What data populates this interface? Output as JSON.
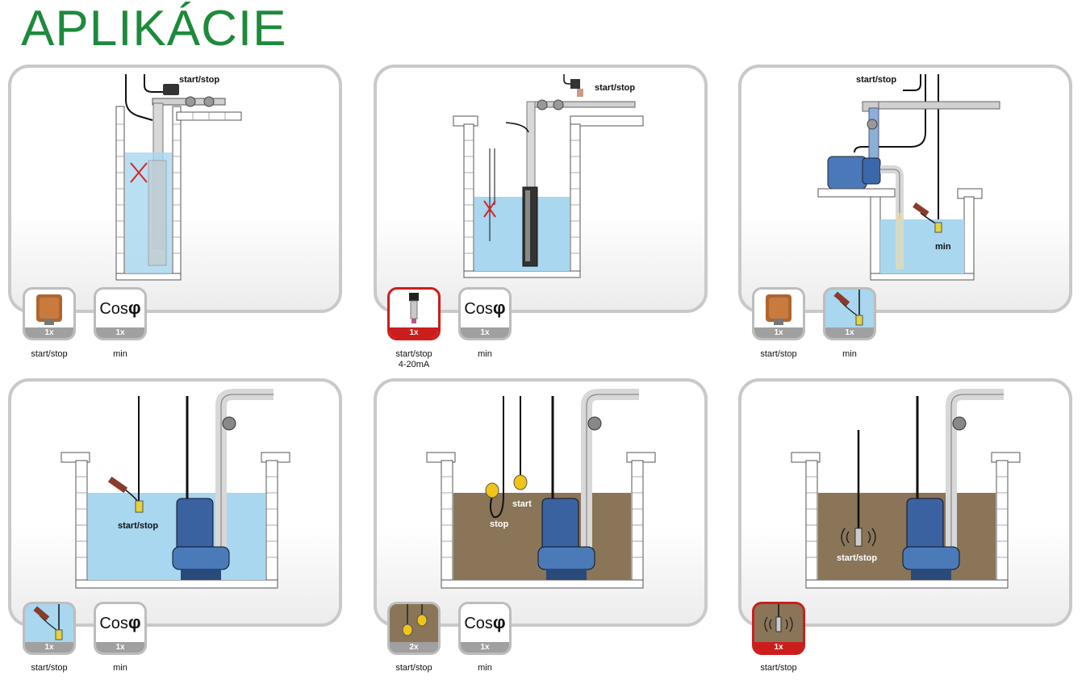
{
  "title": "APLIKÁCIE",
  "colors": {
    "title": "#1e8a3c",
    "water": "#a8d7ef",
    "sludge": "#8a7558",
    "red_border": "#cc1d1d",
    "grey_border": "#bdbdbd"
  },
  "panels": [
    {
      "label": "start/stop",
      "icons": [
        {
          "type": "pressure-switch-icon",
          "qty": "1x",
          "caption": "start/stop"
        },
        {
          "type": "cos-phi-icon",
          "symbol": "Cos",
          "phi": "φ",
          "qty": "1x",
          "caption": "min"
        }
      ]
    },
    {
      "label": "start/stop",
      "icons": [
        {
          "type": "pressure-transducer-icon",
          "qty": "1x",
          "caption": "start/stop",
          "caption2": "4-20mA"
        },
        {
          "type": "cos-phi-icon",
          "symbol": "Cos",
          "phi": "φ",
          "qty": "1x",
          "caption": "min"
        }
      ]
    },
    {
      "label": "start/stop",
      "label2": "min",
      "icons": [
        {
          "type": "pressure-switch-icon",
          "qty": "1x",
          "caption": "start/stop"
        },
        {
          "type": "float-switch-icon",
          "qty": "1x",
          "caption": "min"
        }
      ]
    },
    {
      "label": "start/stop",
      "icons": [
        {
          "type": "float-switch-icon",
          "qty": "1x",
          "caption": "start/stop"
        },
        {
          "type": "cos-phi-icon",
          "symbol": "Cos",
          "phi": "φ",
          "qty": "1x",
          "caption": "min"
        }
      ]
    },
    {
      "label": "start",
      "label2": "stop",
      "icons": [
        {
          "type": "double-float-icon",
          "qty": "2x",
          "caption": "start/stop"
        },
        {
          "type": "cos-phi-icon",
          "symbol": "Cos",
          "phi": "φ",
          "qty": "1x",
          "caption": "min"
        }
      ]
    },
    {
      "label": "start/stop",
      "icons": [
        {
          "type": "level-sensor-icon",
          "qty": "1x",
          "caption": "start/stop"
        }
      ]
    }
  ]
}
